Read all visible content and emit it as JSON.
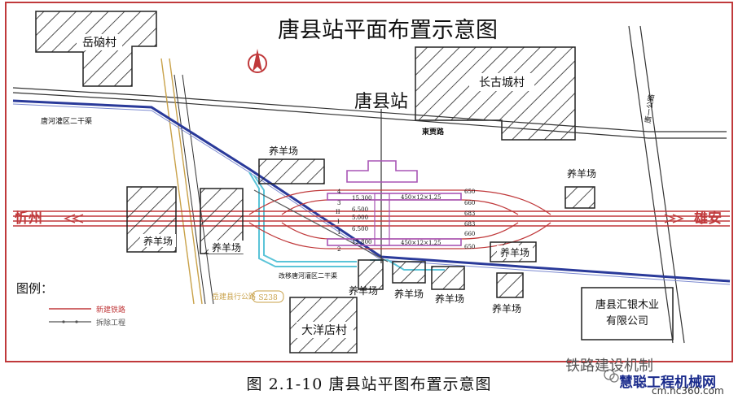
{
  "title": "唐县站平面布置示意图",
  "station_name": "唐县站",
  "directions": {
    "left": "忻州",
    "right": "雄安"
  },
  "villages": {
    "yuetian": "岳硇村",
    "changgu": "长古城村",
    "dayang": "大洋店村"
  },
  "farms": {
    "label": "养羊场"
  },
  "company": {
    "line1": "唐县汇银木业",
    "line2": "有限公司"
  },
  "road_labels": {
    "canal_old": "唐河灌区二干渠",
    "canal_new": "改移唐河灌区二干渠",
    "county_road": "岳建县行公路",
    "county_road_code": "S238",
    "right_road": "唐一公路",
    "mid_road": "東贾路"
  },
  "track_labels": {
    "left_col": [
      "4",
      "3",
      "II",
      "I",
      "1",
      "2"
    ],
    "spacing": [
      "15.300",
      "6.500",
      "5.000",
      "6.500",
      "12.800"
    ],
    "right_col": [
      "650",
      "660",
      "683",
      "683",
      "660",
      "650"
    ],
    "platform_top": "450×12×1.25",
    "platform_bottom": "450×12×1.25"
  },
  "legend": {
    "title": "图例：",
    "items": [
      {
        "label": "新建铁路",
        "color": "#c0393b"
      },
      {
        "label": "拆除工程",
        "color": "#555555"
      }
    ]
  },
  "caption": "图 2.1-10  唐县站平图布置示意图",
  "watermark": {
    "line1": "铁路建设机制",
    "line2": "慧聪工程机械网",
    "line3": "cm.hc360.com"
  },
  "colors": {
    "frame": "#c0393b",
    "rail": "#c0393b",
    "platform": "#a855b5",
    "canal": "#5bc4d8",
    "road_gold": "#c9a24a",
    "road_blue": "#2a3a9a"
  }
}
